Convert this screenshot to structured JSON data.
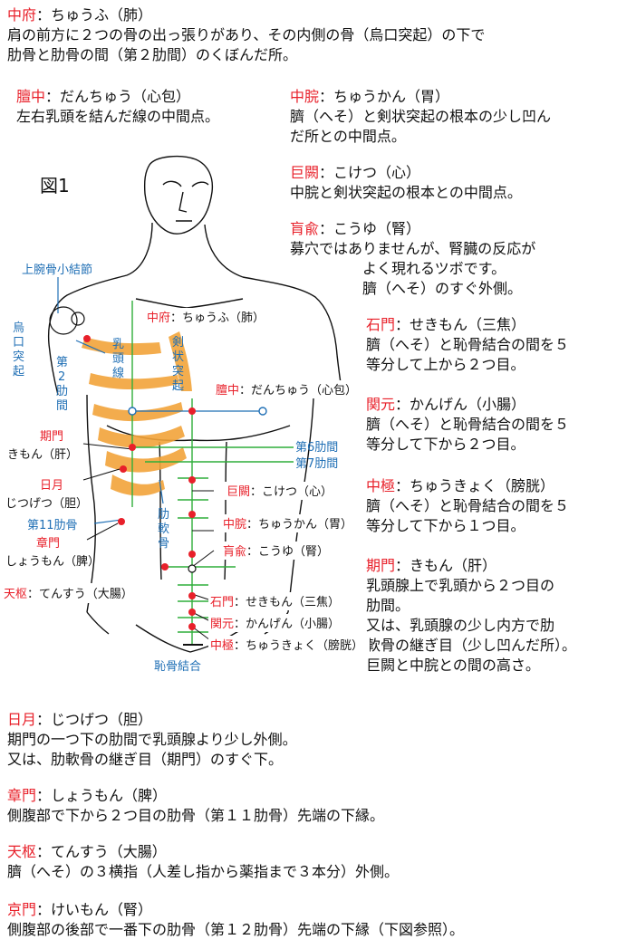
{
  "blocks": {
    "chufu": {
      "name": "中府",
      "reading": "：ちゅうふ（肺）",
      "lines": [
        "肩の前方に２つの骨の出っ張りがあり、その内側の骨（烏口突起）の下で",
        "肋骨と肋骨の間（第２肋間）のくぼんだ所。"
      ]
    },
    "danchu": {
      "name": "膻中",
      "reading": "：だんちゅう（心包）",
      "lines": [
        "左右乳頭を結んだ線の中間点。"
      ]
    },
    "chukan": {
      "name": "中脘",
      "reading": "：ちゅうかん（胃）",
      "lines": [
        "臍（へそ）と剣状突起の根本の少し凹ん",
        "だ所との中間点。"
      ]
    },
    "koketsu": {
      "name": "巨闕",
      "reading": "：こけつ（心）",
      "lines": [
        "中脘と剣状突起の根本との中間点。"
      ]
    },
    "koyu": {
      "name": "肓兪",
      "reading": "：こうゆ（腎）",
      "lines": [
        "募穴ではありませんが、腎臓の反応が",
        "よく現れるツボです。",
        "臍（へそ）のすぐ外側。"
      ]
    },
    "sekimon": {
      "name": "石門",
      "reading": "：せきもん（三焦）",
      "lines": [
        "臍（へそ）と恥骨結合の間を５",
        "等分して上から２つ目。"
      ]
    },
    "kangen": {
      "name": "関元",
      "reading": "：かんげん（小腸）",
      "lines": [
        "臍（へそ）と恥骨結合の間を５",
        "等分して下から２つ目。"
      ]
    },
    "chukyoku": {
      "name": "中極",
      "reading": "：ちゅうきょく（膀胱）",
      "lines": [
        "臍（へそ）と恥骨結合の間を５",
        "等分して下から１つ目。"
      ]
    },
    "kimon": {
      "name": "期門",
      "reading": "：きもん（肝）",
      "lines": [
        "乳頭腺上で乳頭から２つ目の",
        "肋間。",
        "又は、乳頭腺の少し内方で肋",
        "軟骨の継ぎ目（少し凹んだ所）。",
        "巨闕と中脘との間の高さ。"
      ]
    },
    "jitsugetsu": {
      "name": "日月",
      "reading": "：じつげつ（胆）",
      "lines": [
        "期門の一つ下の肋間で乳頭腺より少し外側。",
        "又は、肋軟骨の継ぎ目（期門）のすぐ下。"
      ]
    },
    "shomon": {
      "name": "章門",
      "reading": "：しょうもん（脾）",
      "lines": [
        "側腹部で下から２つ目の肋骨（第１１肋骨）先端の下縁。"
      ]
    },
    "tensu": {
      "name": "天枢",
      "reading": "：てんすう（大腸）",
      "lines": [
        "臍（へそ）の３横指（人差し指から薬指まで３本分）外側。"
      ]
    },
    "keimon": {
      "name": "京門",
      "reading": "：けいもん（腎）",
      "lines": [
        "側腹部の後部で一番下の肋骨（第１２肋骨）先端の下縁（下図参照）。"
      ]
    }
  },
  "figure": {
    "title": "図1",
    "anat": {
      "upper_arm": "上腕骨小結節",
      "coracoid": [
        "烏",
        "口",
        "突",
        "起"
      ],
      "rib2": [
        "第",
        "2",
        "肋",
        "間"
      ],
      "nipple_line": [
        "乳",
        "頭",
        "線"
      ],
      "xiphoid": [
        "剣",
        "状",
        "突",
        "起"
      ],
      "costal": [
        "肋",
        "軟",
        "骨"
      ],
      "rib6": "第6肋間",
      "rib7": "第7肋間",
      "rib11": "第11肋骨",
      "pubic": "恥骨結合"
    },
    "labels": {
      "chufu": {
        "name": "中府",
        "reading": "：ちゅうふ（肺）"
      },
      "danchu": {
        "name": "膻中",
        "reading": "：だんちゅう（心包）"
      },
      "koketsu": {
        "name": "巨闕",
        "reading": "：こけつ（心）"
      },
      "chukan": {
        "name": "中脘",
        "reading": "：ちゅうかん（胃）"
      },
      "koyu": {
        "name": "肓兪",
        "reading": "：こうゆ（腎）"
      },
      "sekimon": {
        "name": "石門",
        "reading": "：せきもん（三焦）"
      },
      "kangen": {
        "name": "関元",
        "reading": "：かんげん（小腸）"
      },
      "chukyoku": {
        "name": "中極",
        "reading": "：ちゅうきょく（膀胱）"
      },
      "kimon": {
        "name": "期門",
        "reading": "きもん（肝）"
      },
      "jitsugetsu": {
        "name": "日月",
        "reading": "じつげつ（胆）"
      },
      "shomon": {
        "name": "章門",
        "reading": "しょうもん（脾）"
      },
      "tensu": {
        "name": "天枢",
        "reading": "：てんすう（大腸）"
      }
    }
  },
  "colors": {
    "point_name": "#e8202a",
    "anatomy_blue": "#1f6fb5",
    "line_green": "#2fae3a",
    "rib_orange": "#f2a43a"
  }
}
